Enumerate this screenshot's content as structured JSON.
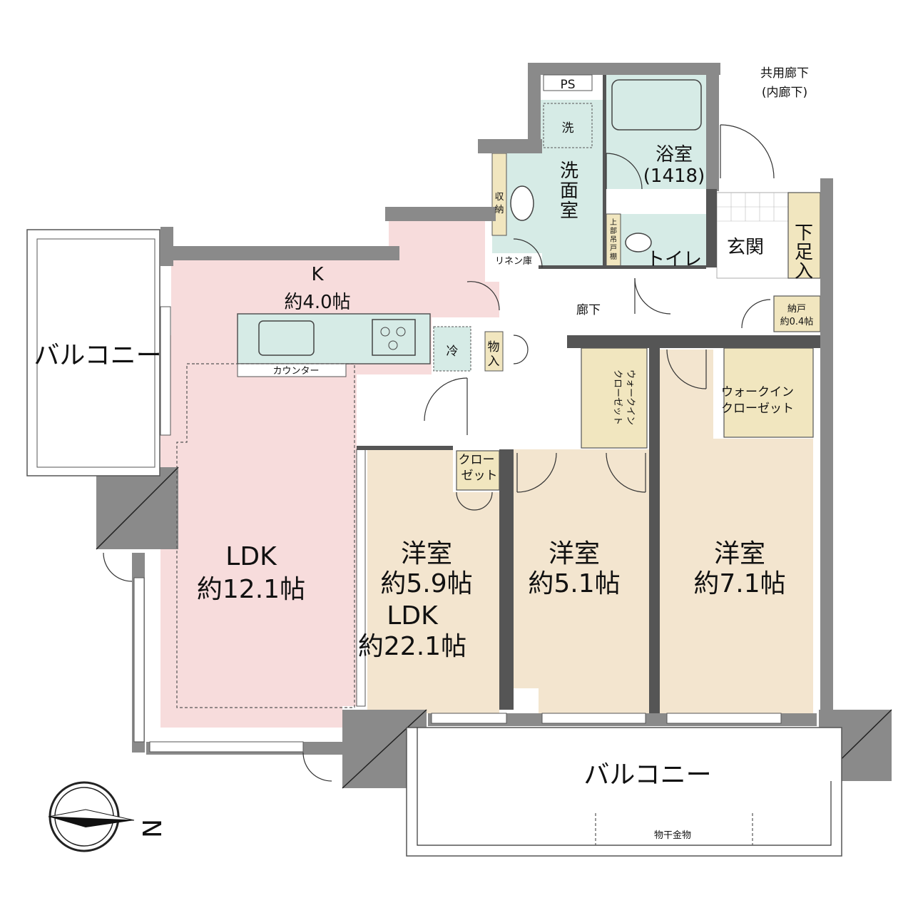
{
  "rooms": {
    "corridor_common": {
      "line1": "共用廊下",
      "line2": "(内廊下)"
    },
    "ps": "PS",
    "laundry": "洗",
    "bath": {
      "name": "浴室",
      "size": "(1418)"
    },
    "washroom": {
      "c1": "洗",
      "c2": "面",
      "c3": "室"
    },
    "storage": {
      "c1": "収",
      "c2": "納"
    },
    "linen": "リネン庫",
    "upper_shelf": {
      "c1": "上",
      "c2": "部",
      "c3": "吊",
      "c4": "戸",
      "c5": "棚"
    },
    "toilet": "トイレ",
    "entrance": "玄関",
    "shoe_box": {
      "c1": "下",
      "c2": "足",
      "c3": "入"
    },
    "hallway": "廊下",
    "closet_storage": {
      "name": "納戸",
      "size": "約0.4帖"
    },
    "kitchen": {
      "name": "K",
      "size": "約4.0帖"
    },
    "fridge": "冷",
    "storage_small": {
      "c1": "物",
      "c2": "入"
    },
    "counter": "カウンター",
    "walkin_mid": {
      "c1": "ウォークイン",
      "c2": "クローゼット"
    },
    "walkin_right": {
      "l1": "ウォークイン",
      "l2": "クローゼット"
    },
    "closet": {
      "l1": "クロー",
      "l2": "ゼット"
    },
    "balcony_left": "バルコニー",
    "ldk": {
      "name": "LDK",
      "size": "約12.1帖"
    },
    "ldk_total": {
      "name": "LDK",
      "size": "約22.1帖"
    },
    "western1": {
      "name": "洋室",
      "size": "約5.9帖"
    },
    "western2": {
      "name": "洋室",
      "size": "約5.1帖"
    },
    "western3": {
      "name": "洋室",
      "size": "約7.1帖"
    },
    "balcony_bottom": "バルコニー",
    "drying_hardware": "物干金物",
    "compass": "N"
  },
  "colors": {
    "ldk": "#f7dcdc",
    "western": "#f3e5cf",
    "wet": "#d6ebe6",
    "storage": "#f1e6bf",
    "wall": "#8a8a8a"
  }
}
